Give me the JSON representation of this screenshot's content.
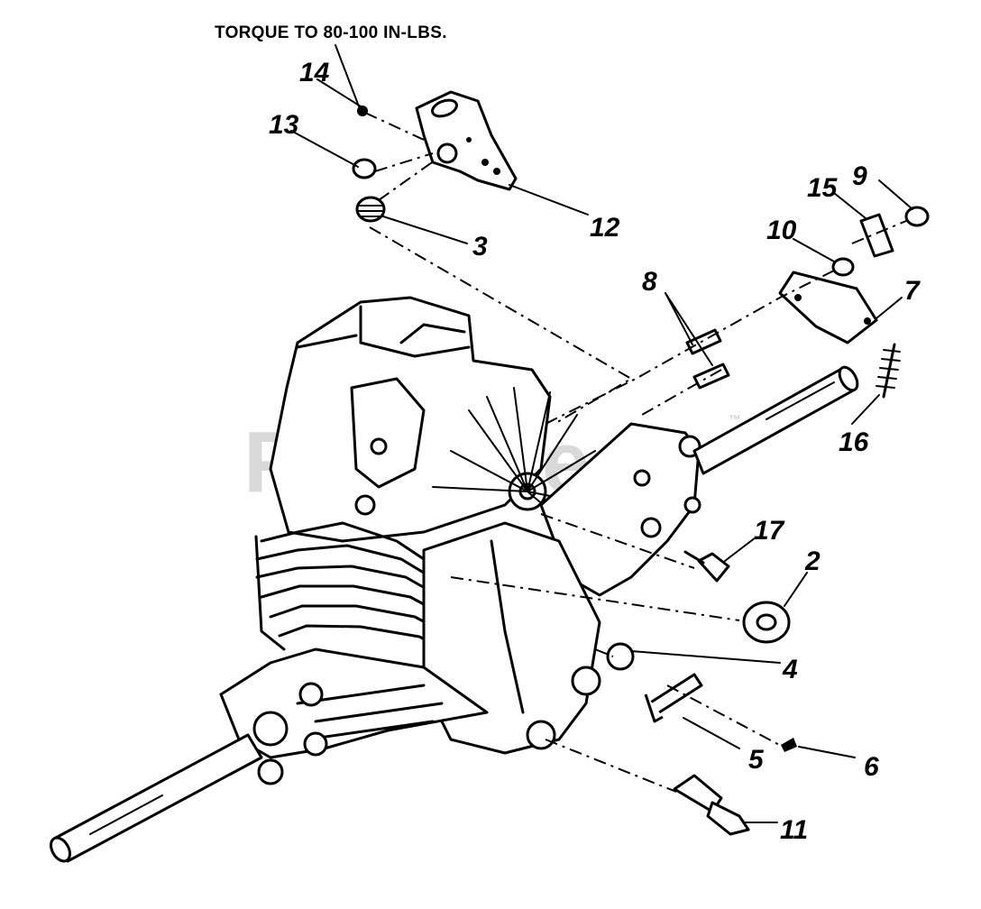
{
  "note": "TORQUE TO 80-100 IN-LBS.",
  "watermark": "PartsTree",
  "trademark": "™",
  "callouts": {
    "c1": "14",
    "c2": "13",
    "c3": "12",
    "c4": "3",
    "c5": "15",
    "c6": "9",
    "c7": "10",
    "c8": "8",
    "c9": "7",
    "c10": "16",
    "c11": "17",
    "c12": "2",
    "c13": "4",
    "c14": "5",
    "c15": "6",
    "c16": "11"
  }
}
